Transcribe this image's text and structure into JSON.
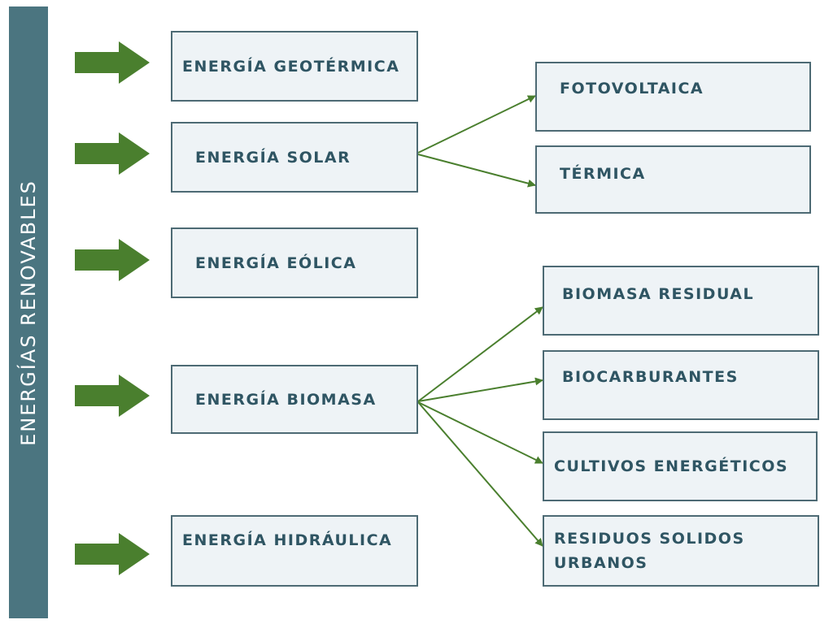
{
  "sidebar": {
    "title": "ENERGÍAS RENOVABLES"
  },
  "sources": [
    {
      "label": "ENERGÍA GEOTÉRMICA"
    },
    {
      "label": "ENERGÍA SOLAR"
    },
    {
      "label": "ENERGÍA EÓLICA"
    },
    {
      "label": "ENERGÍA BIOMASA"
    },
    {
      "label": "ENERGÍA HIDRÁULICA"
    }
  ],
  "solar_types": [
    {
      "label": "FOTOVOLTAICA"
    },
    {
      "label": "TÉRMICA"
    }
  ],
  "biomass_types": [
    {
      "label": "BIOMASA RESIDUAL"
    },
    {
      "label": "BIOCARBURANTES"
    },
    {
      "label": "CULTIVOS ENERGÉTICOS"
    },
    {
      "label": "RESIDUOS SOLIDOS URBANOS"
    }
  ],
  "colors": {
    "sidebar": "#4b7580",
    "arrow": "#4a7f2e",
    "box_border": "#4d6a74",
    "box_fill": "#eef3f6",
    "text": "#2f5563"
  }
}
